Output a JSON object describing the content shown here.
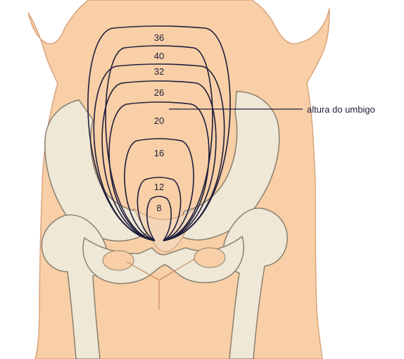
{
  "figure": {
    "callout_label": "altura do umbigo",
    "week_curves": [
      {
        "label": "8"
      },
      {
        "label": "12"
      },
      {
        "label": "16"
      },
      {
        "label": "20"
      },
      {
        "label": "26"
      },
      {
        "label": "32"
      },
      {
        "label": "40"
      },
      {
        "label": "36"
      }
    ]
  },
  "colors": {
    "skin": "#f8cfa6",
    "skin_outline": "#d9a47d",
    "bone": "#efe8d6",
    "bone_outline": "#8a8070",
    "curve": "#1e1e3c",
    "background": "#ffffff"
  }
}
